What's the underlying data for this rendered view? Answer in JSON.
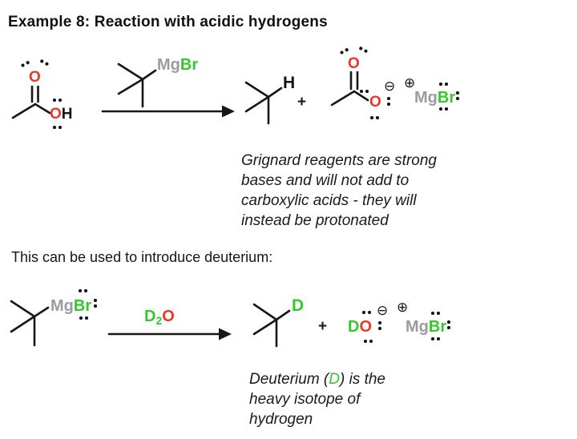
{
  "title": "Example 8: Reaction with acidic hydrogens",
  "colors": {
    "oxygen_red": "#e5392b",
    "bromine_green": "#35c72f",
    "deuterium_green": "#35c72f",
    "magnesium_gray": "#9b9ba0"
  },
  "reaction1": {
    "acid": {
      "carbonyl_o": "O",
      "hydroxyl_o": "O",
      "hydroxyl_h": "H"
    },
    "grignard": {
      "mg": "Mg",
      "br": "Br"
    },
    "product_h": "H",
    "plus": "+",
    "acetate": {
      "carbonyl_o": "O",
      "anion_o": "O",
      "charge_minus": "⊖"
    },
    "counterion": {
      "charge_plus": "⊕",
      "mg": "Mg",
      "br": "Br"
    },
    "note": "Grignard reagents are strong\nbases and will not add to\ncarboxylic acids - they will\ninstead be protonated"
  },
  "intro2": "This can be used to introduce deuterium:",
  "reaction2": {
    "grignard": {
      "mg": "Mg",
      "br": "Br"
    },
    "reagent_label": {
      "d": "D",
      "subscript": "2",
      "o": "O"
    },
    "product_d": "D",
    "plus": "+",
    "deuteroxide": {
      "d": "D",
      "o": "O",
      "charge_minus": "⊖"
    },
    "counterion": {
      "charge_plus": "⊕",
      "mg": "Mg",
      "br": "Br"
    },
    "note": {
      "pre": "Deuterium (",
      "d": "D",
      "post": ") is the\nheavy isotope of\nhydrogen"
    }
  }
}
